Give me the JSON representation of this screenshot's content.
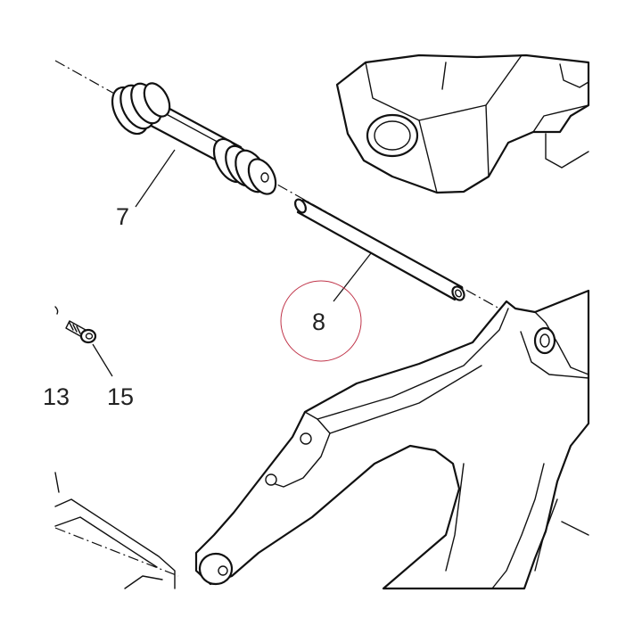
{
  "callouts": {
    "part_7": "7",
    "part_8": "8",
    "part_13": "13",
    "part_15": "15"
  },
  "colors": {
    "line": "#111111",
    "text": "#222222",
    "highlight_circle": "#c0354a",
    "background": "#ffffff"
  }
}
